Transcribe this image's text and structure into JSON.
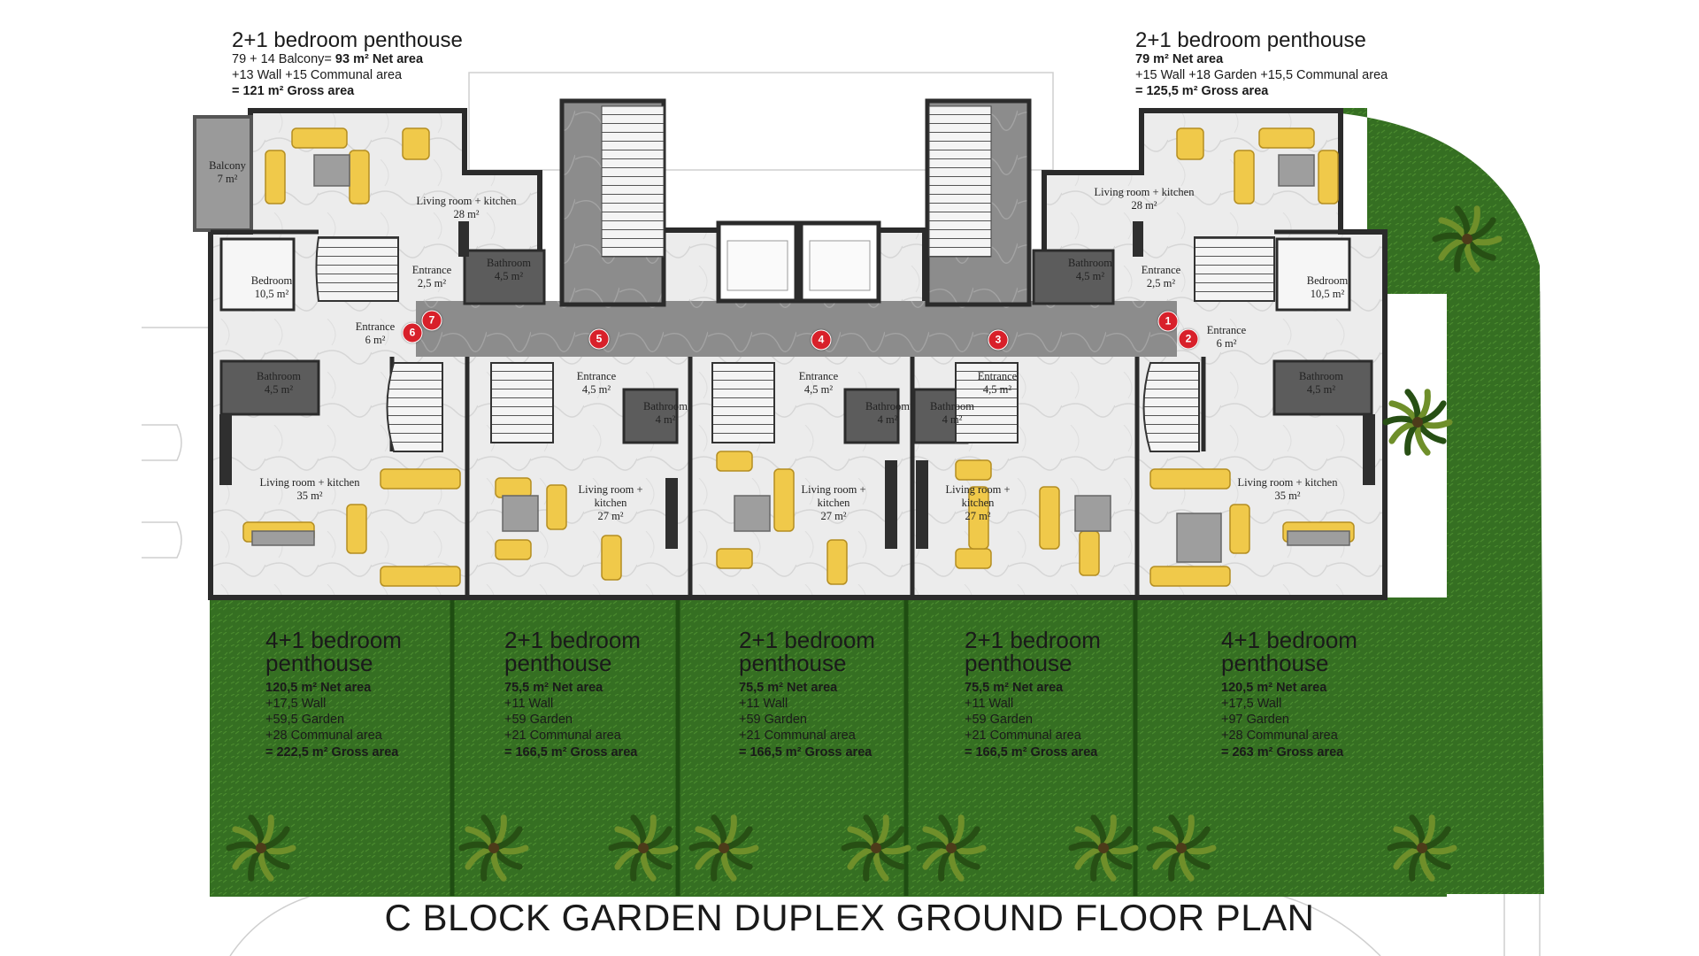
{
  "colors": {
    "garden": "#2f6a1e",
    "floor": "#e8e8e8",
    "corridor": "#8f8f8f",
    "stair": "#7d7d7d",
    "wall": "#2b2b2b",
    "furniture": "#f0c94a",
    "marker": "#d8202a"
  },
  "top_units": [
    {
      "title": "2+1 bedroom penthouse",
      "lines": [
        {
          "pre": "79 + 14 Balcony= ",
          "bold": "93 m² Net area",
          "post": ""
        },
        {
          "pre": "+13 Wall +15 Communal area",
          "bold": "",
          "post": ""
        },
        {
          "pre": "",
          "bold": "= 121 m² Gross area",
          "post": ""
        }
      ]
    },
    {
      "title": "2+1 bedroom penthouse",
      "lines": [
        {
          "pre": "",
          "bold": "79 m² Net area",
          "post": ""
        },
        {
          "pre": "+15 Wall +18 Garden +15,5 Communal area",
          "bold": "",
          "post": ""
        },
        {
          "pre": "",
          "bold": "= 125,5 m² Gross area",
          "post": ""
        }
      ]
    }
  ],
  "bottom_units": [
    {
      "title1": "4+1 bedroom",
      "title2": "penthouse",
      "lines": [
        {
          "t": "120,5 m² Net area",
          "b": true
        },
        {
          "t": "+17,5 Wall",
          "b": false
        },
        {
          "t": "+59,5 Garden",
          "b": false
        },
        {
          "t": "+28 Communal area",
          "b": false
        },
        {
          "t": "= 222,5 m² Gross area",
          "b": true
        }
      ]
    },
    {
      "title1": "2+1 bedroom",
      "title2": "penthouse",
      "lines": [
        {
          "t": "75,5 m² Net area",
          "b": true
        },
        {
          "t": "+11 Wall",
          "b": false
        },
        {
          "t": "+59 Garden",
          "b": false
        },
        {
          "t": "+21 Communal area",
          "b": false
        },
        {
          "t": "= 166,5 m² Gross area",
          "b": true
        }
      ]
    },
    {
      "title1": "2+1 bedroom",
      "title2": "penthouse",
      "lines": [
        {
          "t": "75,5 m² Net area",
          "b": true
        },
        {
          "t": "+11 Wall",
          "b": false
        },
        {
          "t": "+59 Garden",
          "b": false
        },
        {
          "t": "+21 Communal area",
          "b": false
        },
        {
          "t": "= 166,5 m² Gross area",
          "b": true
        }
      ]
    },
    {
      "title1": "2+1 bedroom",
      "title2": "penthouse",
      "lines": [
        {
          "t": "75,5 m² Net area",
          "b": true
        },
        {
          "t": "+11 Wall",
          "b": false
        },
        {
          "t": "+59 Garden",
          "b": false
        },
        {
          "t": "+21 Communal area",
          "b": false
        },
        {
          "t": "= 166,5 m² Gross area",
          "b": true
        }
      ]
    },
    {
      "title1": "4+1 bedroom",
      "title2": "penthouse",
      "lines": [
        {
          "t": "120,5 m² Net area",
          "b": true
        },
        {
          "t": "+17,5 Wall",
          "b": false
        },
        {
          "t": "+97 Garden",
          "b": false
        },
        {
          "t": "+28 Communal area",
          "b": false
        },
        {
          "t": "= 263 m² Gross area",
          "b": true
        }
      ]
    }
  ],
  "room_labels": [
    {
      "name": "balcony-label",
      "l1": "Balcony",
      "l2": "7 m²"
    },
    {
      "name": "living-kitchen-label",
      "l1": "Living room +  kitchen",
      "l2": "28 m²"
    },
    {
      "name": "living-kitchen-label",
      "l1": "Living room +  kitchen",
      "l2": "28 m²"
    },
    {
      "name": "bedroom-label",
      "l1": "Bedroom",
      "l2": "10,5 m²"
    },
    {
      "name": "bedroom-label",
      "l1": "Bedroom",
      "l2": "10,5 m²"
    },
    {
      "name": "entrance-label",
      "l1": "Entrance",
      "l2": "2,5 m²"
    },
    {
      "name": "entrance-label",
      "l1": "Entrance",
      "l2": "2,5 m²"
    },
    {
      "name": "bathroom-label",
      "l1": "Bathroom",
      "l2": "4,5 m²"
    },
    {
      "name": "bathroom-label",
      "l1": "Bathroom",
      "l2": "4,5 m²"
    },
    {
      "name": "entrance-label",
      "l1": "Entrance",
      "l2": "6 m²"
    },
    {
      "name": "entrance-label",
      "l1": "Entrance",
      "l2": "6 m²"
    },
    {
      "name": "bathroom-label",
      "l1": "Bathroom",
      "l2": "4,5 m²"
    },
    {
      "name": "bathroom-label",
      "l1": "Bathroom",
      "l2": "4,5 m²"
    },
    {
      "name": "entrance-label",
      "l1": "Entrance",
      "l2": "4,5 m²"
    },
    {
      "name": "entrance-label",
      "l1": "Entrance",
      "l2": "4,5 m²"
    },
    {
      "name": "entrance-label",
      "l1": "Entrance",
      "l2": "4,5 m²"
    },
    {
      "name": "bathroom-label",
      "l1": "Bathroom",
      "l2": "4 m²"
    },
    {
      "name": "bathroom-label",
      "l1": "Bathroom",
      "l2": "4 m²"
    },
    {
      "name": "bathroom-label",
      "l1": "Bathroom",
      "l2": "4 m²"
    },
    {
      "name": "living-kitchen-label",
      "l1": "Living room +  kitchen",
      "l2": "35 m²"
    },
    {
      "name": "living-kitchen-label",
      "l1": "Living room +  kitchen",
      "l2": "35 m²"
    },
    {
      "name": "living-kitchen-label",
      "l1": "Living room +",
      "l2": "kitchen",
      "l3": "27 m²"
    },
    {
      "name": "living-kitchen-label",
      "l1": "Living room +",
      "l2": "kitchen",
      "l3": "27 m²"
    },
    {
      "name": "living-kitchen-label",
      "l1": "Living room +",
      "l2": "kitchen",
      "l3": "27 m²"
    }
  ],
  "entrance_markers": [
    "1",
    "2",
    "3",
    "4",
    "5",
    "6",
    "7"
  ],
  "footer_title": "C BLOCK GARDEN DUPLEX GROUND FLOOR PLAN"
}
